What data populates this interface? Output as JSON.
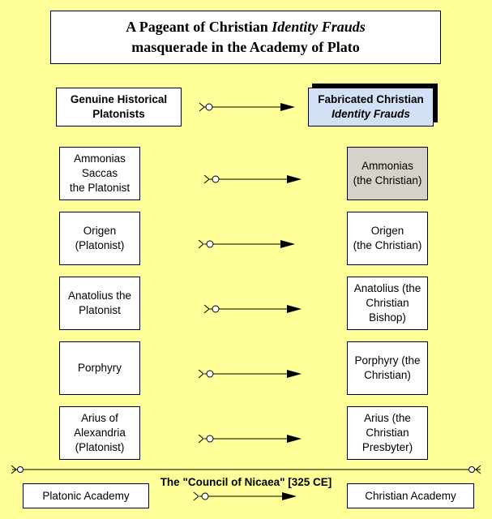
{
  "title": {
    "line1_prefix": "A Pageant of Christian ",
    "line1_italic": "Identity Frauds",
    "line2": "masquerade in the Academy of Plato"
  },
  "headers": {
    "left": [
      "Genuine Historical",
      "Platonists"
    ],
    "right_line1": "Fabricated Christian",
    "right_line2": "Identity Frauds"
  },
  "pairs": [
    {
      "left": "Ammonias\nSaccas\nthe Platonist",
      "right": "Ammonias\n(the Christian)",
      "right_highlight": true
    },
    {
      "left": "Origen\n(Platonist)",
      "right": "Origen\n(the Christian)",
      "right_highlight": false
    },
    {
      "left": "Anatolius the\nPlatonist",
      "right": "Anatolius (the\nChristian\nBishop)",
      "right_highlight": false
    },
    {
      "left": "Porphyry",
      "right": "Porphyry (the\nChristian)",
      "right_highlight": false
    },
    {
      "left": "Arius of\nAlexandria\n(Platonist)",
      "right": "Arius (the\nChristian\nPresbyter)",
      "right_highlight": false
    }
  ],
  "council": "The \"Council of Nicaea\" [325 CE]",
  "bottom": {
    "left": "Platonic Academy",
    "right": "Christian Academy"
  },
  "colors": {
    "background": "#ffff99",
    "header_right_fill": "#d2e1f5",
    "highlight_fill": "#d6d2c9"
  }
}
